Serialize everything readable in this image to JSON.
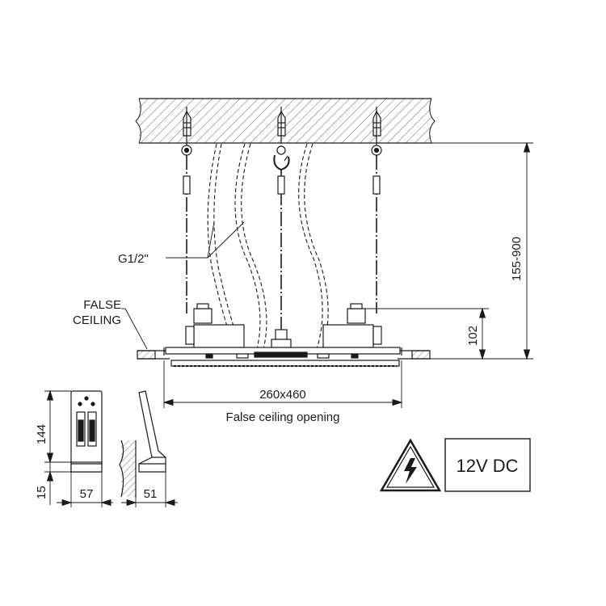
{
  "labels": {
    "pipe": "G1/2\"",
    "false_ceiling_line1": "FALSE",
    "false_ceiling_line2": "CEILING",
    "height_range": "155-900",
    "body_height": "102",
    "opening_size": "260x460",
    "opening_caption": "False ceiling opening",
    "control_height": "144",
    "control_base": "15",
    "control_width": "57",
    "control_depth": "51",
    "voltage": "12V DC"
  },
  "colors": {
    "line": "#1a1a1a",
    "hatch": "#555555"
  },
  "icons": {
    "warning": "high-voltage-warning-icon"
  }
}
